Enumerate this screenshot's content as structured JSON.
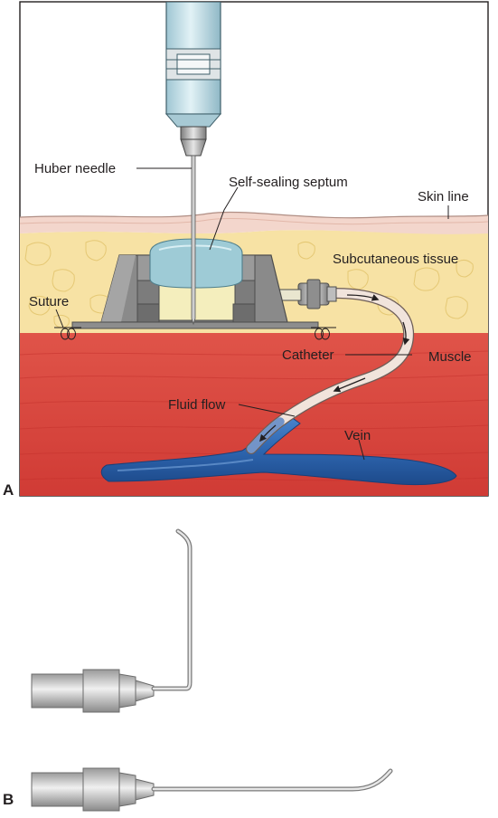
{
  "panels": {
    "a": "A",
    "b": "B"
  },
  "labels": {
    "huber_needle": "Huber needle",
    "self_sealing_septum": "Self-sealing septum",
    "skin_line": "Skin line",
    "subcutaneous_tissue": "Subcutaneous tissue",
    "suture": "Suture",
    "catheter": "Catheter",
    "muscle": "Muscle",
    "fluid_flow": "Fluid flow",
    "vein": "Vein"
  },
  "colors": {
    "skin": "#f3d6cc",
    "subcutaneous_fat": "#f7e2a4",
    "muscle": "#d9453d",
    "vein": "#2f69b3",
    "port_body": "#8c8c8c",
    "septum": "#9ecbd6",
    "catheter": "#f1e4dc",
    "syringe_barrel": "#c9e4ec"
  }
}
